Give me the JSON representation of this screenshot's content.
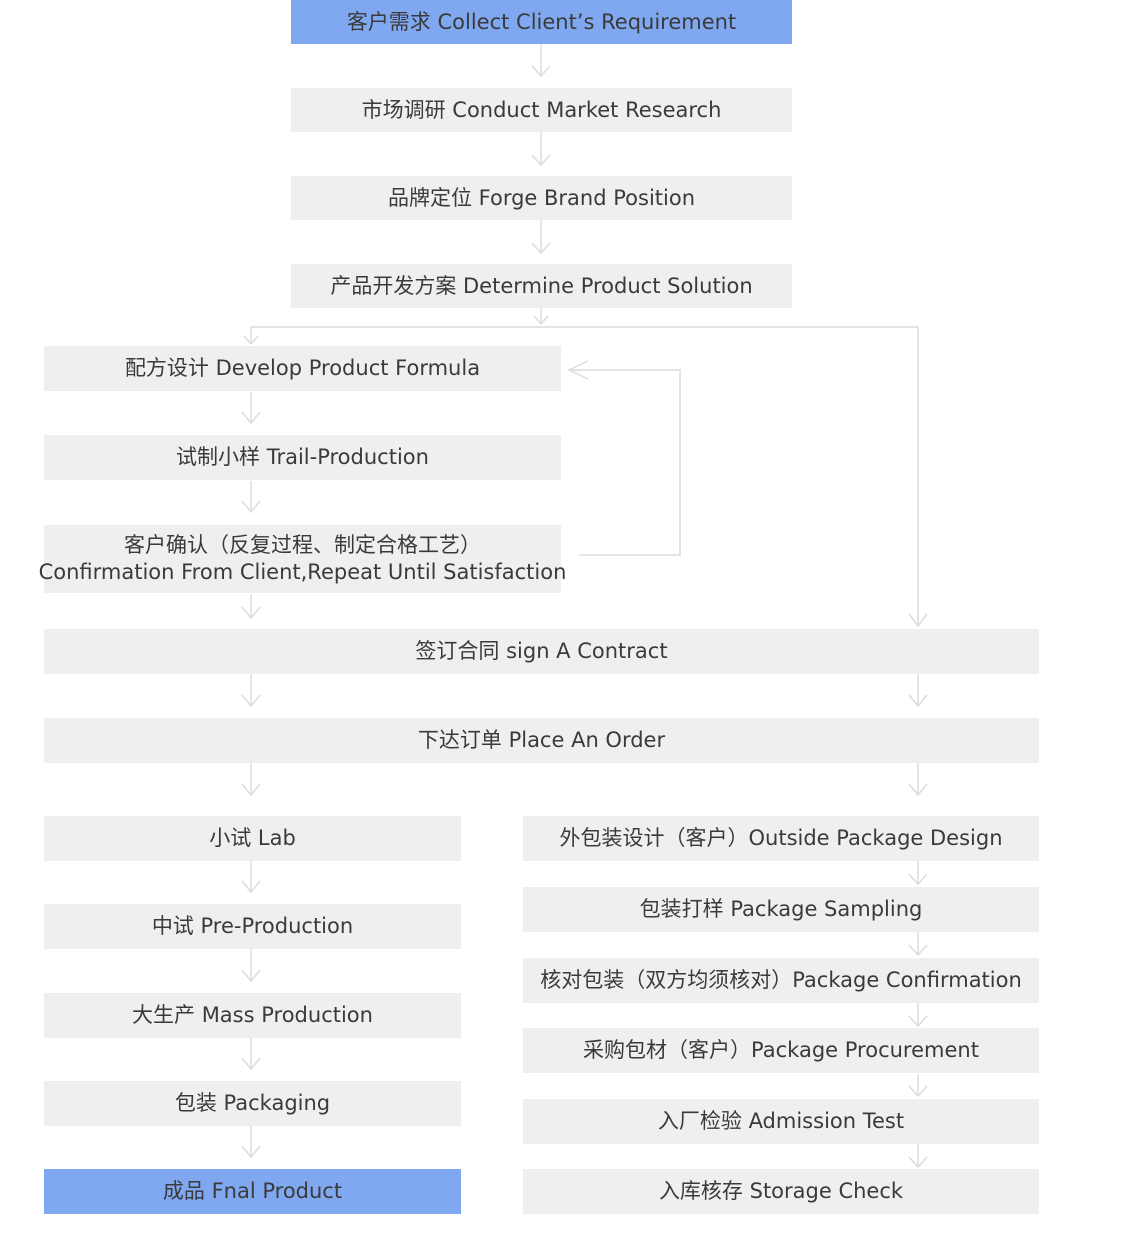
{
  "steps": {
    "client_requirement": "客户需求 Collect Client’s Requirement",
    "market_research": "市场调研 Conduct Market Research",
    "brand_position": "品牌定位 Forge Brand Position",
    "product_solution": "产品开发方案 Determine Product Solution",
    "product_formula": "配方设计 Develop Product Formula",
    "trail_production": "试制小样 Trail-Production",
    "client_confirmation_cn": "客户确认（反复过程、制定合格工艺）",
    "client_confirmation_en": "Confirmation From Client,Repeat Until Satisfaction",
    "sign_contract": "签订合同 sign A Contract",
    "place_order": "下达订单 Place An Order"
  },
  "production_track": [
    "小试 Lab",
    "中试 Pre-Production",
    "大生产 Mass Production",
    "包装 Packaging",
    "成品 Fnal Product"
  ],
  "package_track": [
    "外包装设计（客户）Outside Package Design",
    "包装打样 Package Sampling",
    "核对包装（双方均须核对）Package Confirmation",
    "采购包材（客户）Package Procurement",
    "入厂检验 Admission Test",
    "入库核存 Storage Check"
  ],
  "colors": {
    "box_fill": "#efefef",
    "accent_fill": "#7fa8f0",
    "text": "#3a3a3a",
    "connector": "#dcdcdc"
  }
}
